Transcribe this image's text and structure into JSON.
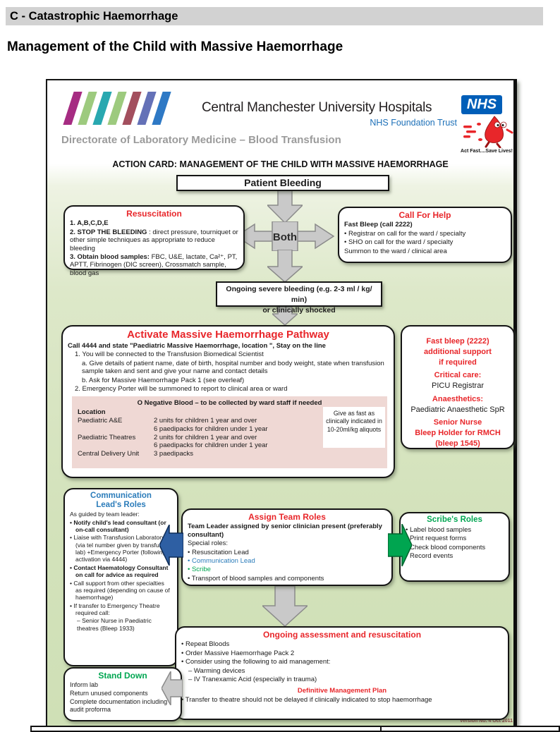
{
  "page": {
    "banner": "C - Catastrophic Haemorrhage",
    "heading": "Management of the Child with Massive Haemorrhage",
    "version_note": "Version No. 4 Oct 2011"
  },
  "header": {
    "hospital": "Central Manchester University Hospitals",
    "nhs_logo": "NHS",
    "trust": "NHS Foundation Trust",
    "directorate": "Directorate of Laboratory Medicine – Blood Transfusion",
    "mascot_slogan": "Act Fast....Save Lives!",
    "stripe_colors": [
      "#a62c82",
      "#9dca7e",
      "#29a8b0",
      "#9dca7e",
      "#a34f5e",
      "#6471b7",
      "#2e79c5"
    ]
  },
  "colors": {
    "red": "#e8262a",
    "blue": "#2b7cba",
    "green": "#00a651",
    "nhs_blue": "#005eb8",
    "pink_panel": "#efd8d4",
    "arrow_gray": "#c9c9c9",
    "arrow_blue": "#2e5fa3",
    "arrow_green": "#00a550"
  },
  "card": {
    "title": "ACTION CARD: MANAGEMENT OF THE CHILD WITH MASSIVE HAEMORRHAGE",
    "patient_bleeding": "Patient Bleeding",
    "both": "Both",
    "resuscitation": {
      "title": "Resuscitation",
      "lines": [
        {
          "t": "1. A,B,C,D,E",
          "b": true
        },
        {
          "l": "2. STOP THE BLEEDING",
          "t": " : direct pressure, tourniquet or other simple techniques as appropriate to reduce bleeding"
        },
        {
          "l": "3. Obtain blood samples:",
          "t": " FBC, U&E, lactate, Ca²⁺, PT, APTT, Fibrinogen (DIC screen), Crossmatch sample, blood gas"
        }
      ]
    },
    "call_for_help": {
      "title": "Call For Help",
      "lines": [
        {
          "t": "Fast Bleep (call 2222)",
          "b": true
        },
        {
          "t": "Registrar on call for the ward / specialty",
          "bu": "•"
        },
        {
          "t": "SHO on call for the ward / specialty",
          "bu": "•"
        },
        {
          "t": "Summon to the ward / clinical area"
        }
      ]
    },
    "ongoing_severe": {
      "line1": "Ongoing severe bleeding (e.g. 2-3 ml / kg/ min)",
      "line2": "or clinically shocked"
    },
    "activate": {
      "title": "Activate Massive Haemorrhage Pathway",
      "lines": [
        {
          "t": "Call 4444 and state \"Paediatric Massive Haemorrhage, location \", Stay on the line",
          "b": true
        },
        {
          "t": "1. You will be connected to the Transfusion Biomedical Scientist",
          "i": 1
        },
        {
          "t": "a. Give details of patient name, date of birth, hospital number and body weight, state when transfusion sample taken and sent and  give your name and contact details",
          "i": 2
        },
        {
          "t": "b. Ask for Massive Haemorrhage Pack 1 (see overleaf)",
          "i": 2
        },
        {
          "t": "2. Emergency Porter will be summoned to report to clinical area or ward",
          "i": 1
        }
      ],
      "o_negative": {
        "title": "O Negative Blood – to be collected by ward staff if needed",
        "rows": [
          {
            "loc": "Location",
            "b": true,
            "det": []
          },
          {
            "loc": "Paediatric A&E",
            "det": [
              "2 units for children 1 year and over",
              "6 paedipacks for children under 1 year"
            ]
          },
          {
            "loc": "Paediatric Theatres",
            "det": [
              "2 units for children 1 year and over",
              "6 paedipacks for children under 1 year"
            ]
          },
          {
            "loc": "Central Delivery Unit",
            "det": [
              "3 paedipacks"
            ]
          }
        ],
        "aside": "Give as fast as clinically indicated in 10-20ml/kg aliquots"
      }
    },
    "fast_bleep": {
      "lines": [
        {
          "t": "Fast bleep (2222)",
          "b": true,
          "c": "#e8262a"
        },
        {
          "t": "additional support",
          "b": true,
          "c": "#e8262a"
        },
        {
          "t": "if required",
          "b": true,
          "c": "#e8262a"
        },
        {
          "t": "Critical care:",
          "b": true,
          "c": "#e8262a",
          "g": true
        },
        {
          "t": "PICU Registrar"
        },
        {
          "t": "Anaesthetics:",
          "b": true,
          "c": "#e8262a",
          "g": true
        },
        {
          "t": "Paediatric Anaesthetic SpR"
        },
        {
          "t": "Senior Nurse",
          "b": true,
          "c": "#e8262a",
          "g": true
        },
        {
          "t": "Bleep Holder for RMCH",
          "b": true,
          "c": "#e8262a"
        },
        {
          "t": "(bleep 1545)",
          "b": true,
          "c": "#e8262a"
        }
      ]
    },
    "communication": {
      "title1": "Communication",
      "title2": "Lead's Roles",
      "lines": [
        {
          "t": "As guided by team leader:"
        },
        {
          "t": "Notify child's lead consultant (or on-call consultant)",
          "bu": "•",
          "b": true
        },
        {
          "t": "Liaise with Transfusion Laboratory (via tel number given by transfusion lab) +Emergency Porter (following activation via 4444)",
          "bu": "•"
        },
        {
          "t": "Contact Haematology Consultant on call for advice as required",
          "bu": "•",
          "b": true
        },
        {
          "t": "Call support from other specialties as required (depending on cause of haemorrhage)",
          "bu": "•"
        },
        {
          "t": "If transfer to Emergency Theatre required call:",
          "bu": "•"
        },
        {
          "t": "– Senior Nurse in  Paediatric theatres (Bleep 1933)",
          "i": 1
        }
      ]
    },
    "assign": {
      "title": "Assign Team Roles",
      "lines": [
        {
          "t": "Team Leader assigned by senior clinician present (preferably consultant)",
          "b": true
        },
        {
          "t": "Special roles:"
        },
        {
          "t": "Resuscitation Lead",
          "bu": "•"
        },
        {
          "t": "Communication Lead",
          "bu": "•",
          "c": "#2b7cba"
        },
        {
          "t": "Scribe",
          "bu": "•",
          "c": "#00a651"
        },
        {
          "t": "Transport of blood samples and components",
          "bu": "•"
        }
      ]
    },
    "scribe": {
      "title": "Scribe's Roles",
      "lines": [
        {
          "t": "Label blood samples",
          "bu": "•"
        },
        {
          "t": "Print request forms",
          "bu": "•"
        },
        {
          "t": "Check blood components",
          "bu": "•"
        },
        {
          "t": "Record events",
          "bu": "•"
        }
      ]
    },
    "ongoing_assessment": {
      "title": "Ongoing assessment and resuscitation",
      "lines": [
        {
          "t": "Repeat Bloods",
          "bu": "•"
        },
        {
          "t": "Order Massive Haemorrhage Pack 2",
          "bu": "•"
        },
        {
          "t": "Consider using the following to aid management:",
          "bu": "•"
        },
        {
          "t": "– Warming devices",
          "i": 1
        },
        {
          "t": "– IV Tranexamic Acid (especially in trauma)",
          "i": 1
        },
        {
          "t": "Definitive Management Plan",
          "b": true,
          "c": "#e8262a",
          "al": "center",
          "g": true
        },
        {
          "t": "Transfer to theatre should not be delayed if clinically indicated to stop haemorrhage",
          "bu": "•"
        }
      ]
    },
    "stand_down": {
      "title": "Stand Down",
      "lines": [
        {
          "t": "Inform lab"
        },
        {
          "t": "Return unused components"
        },
        {
          "t": "Complete documentation including audit proforma"
        }
      ]
    }
  }
}
